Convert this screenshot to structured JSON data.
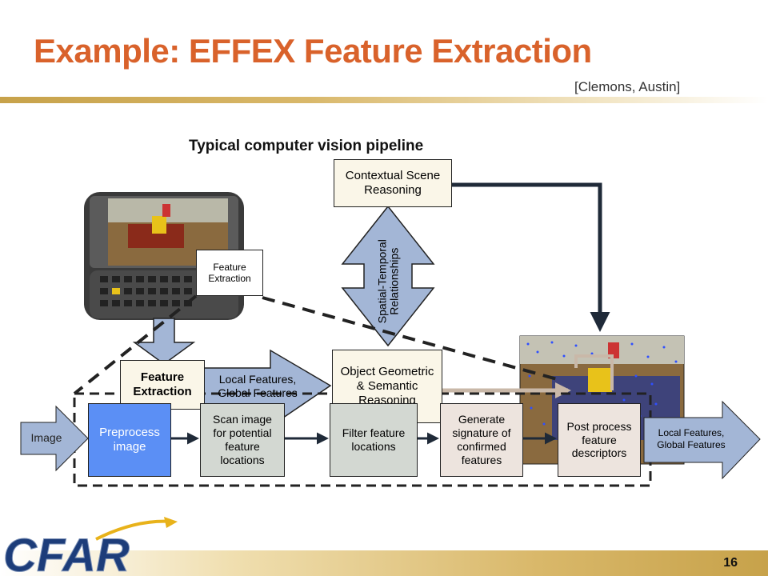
{
  "slide": {
    "title": "Example: EFFEX Feature Extraction",
    "citation": "[Clemons, Austin]",
    "page_number": "16"
  },
  "pipeline": {
    "heading": "Typical computer vision pipeline",
    "contextual_box": "Contextual Scene Reasoning",
    "spatial_arrow": "Spatial-Temporal Relationships",
    "object_box": "Object Geometric & Semantic Reasoning",
    "phone_label": "Feature Extraction",
    "feature_box": "Feature Extraction",
    "local_features_arrow": "Local Features, Global Features"
  },
  "effex": {
    "input_label": "Image",
    "output_label": "Local Features, Global Features",
    "steps": [
      "Preprocess image",
      "Scan image for potential feature locations",
      "Filter feature locations",
      "Generate signature of confirmed features",
      "Post process feature descriptors"
    ]
  },
  "logo": {
    "text": "CFAR"
  },
  "colors": {
    "title": "#d9622b",
    "arrow_fill": "#a3b6d6",
    "preprocess_fill": "#5b8ff5",
    "scan_fill": "#d3d8d2",
    "generate_fill": "#ede4de"
  }
}
